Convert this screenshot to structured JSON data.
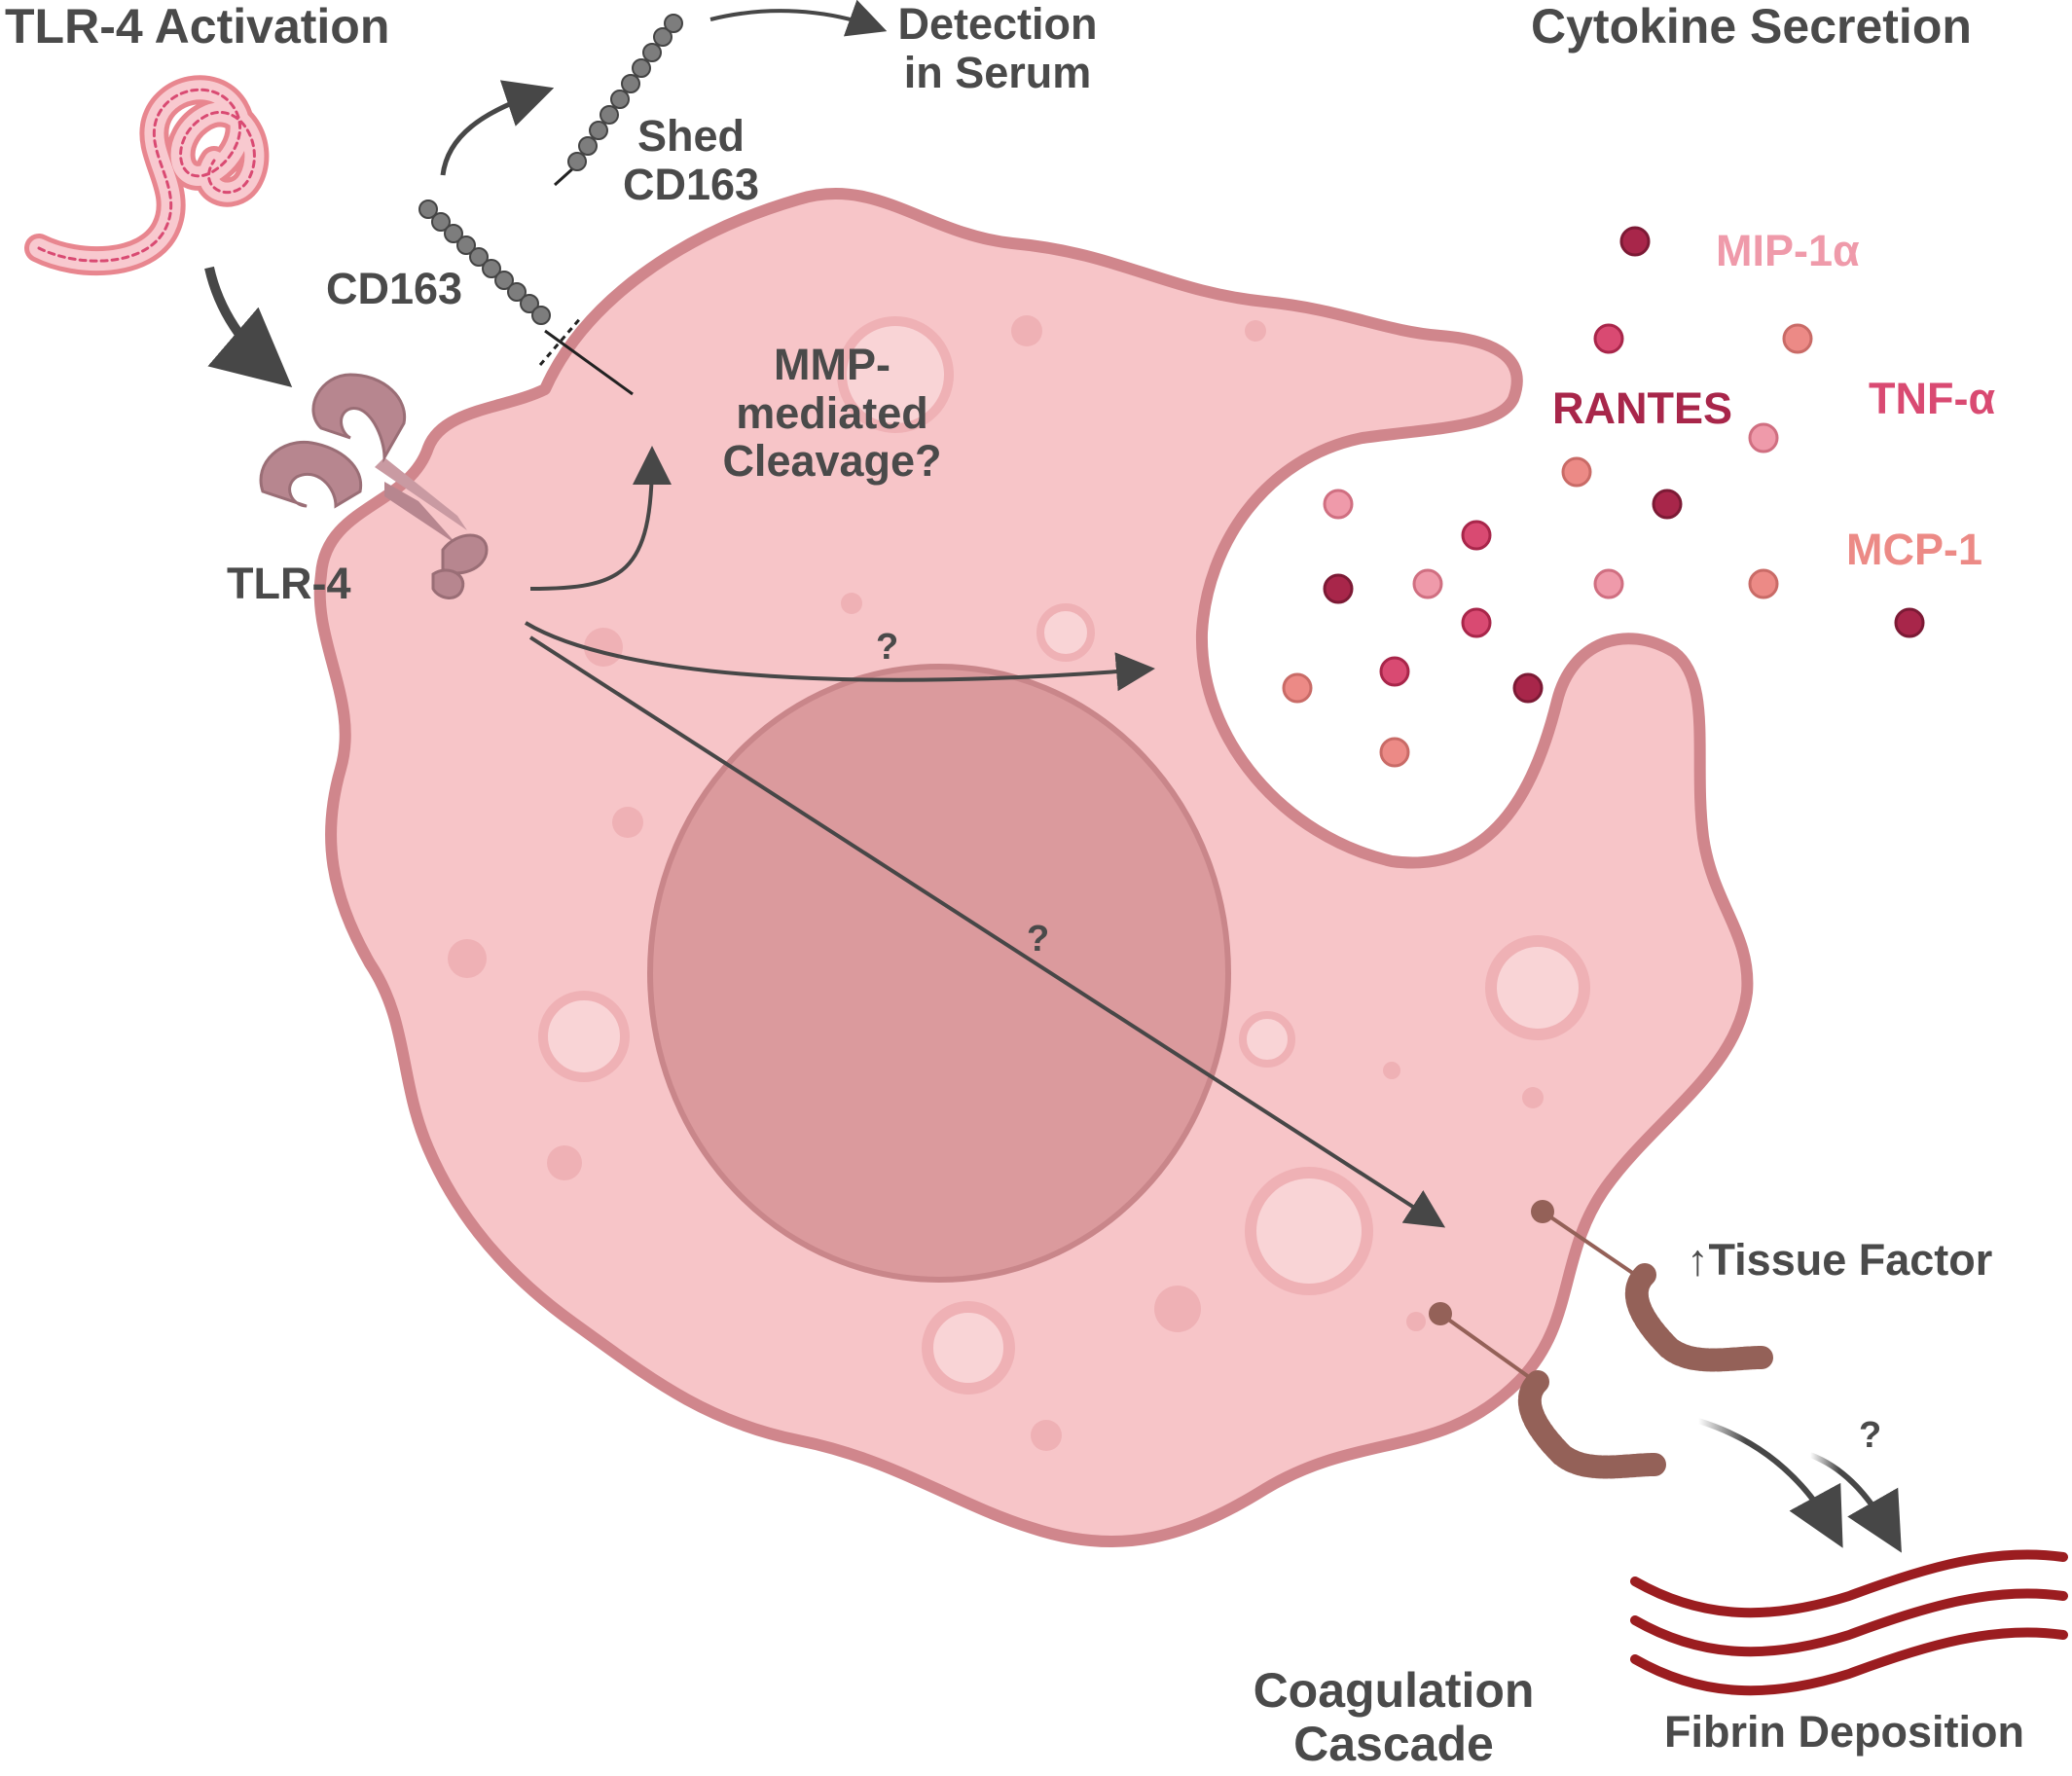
{
  "titles": {
    "tlr4_activation": "TLR-4 Activation",
    "cytokine_secretion": "Cytokine Secretion"
  },
  "labels": {
    "detection": [
      "Detection",
      "in Serum"
    ],
    "shed_cd163": [
      "Shed",
      "CD163"
    ],
    "cd163": "CD163",
    "mmp": [
      "MMP-",
      "mediated",
      "Cleavage?"
    ],
    "tlr4": "TLR-4",
    "question": "?",
    "tissue_factor": "↑Tissue Factor",
    "coagulation": [
      "Coagulation",
      "Cascade"
    ],
    "fibrin": "Fibrin Deposition"
  },
  "cytokines": [
    {
      "name": "MIP-1α",
      "color": "#ef9aaa"
    },
    {
      "name": "RANTES",
      "color": "#a8264a"
    },
    {
      "name": "TNF-α",
      "color": "#d94a72"
    },
    {
      "name": "MCP-1",
      "color": "#ec8a86"
    }
  ],
  "colors": {
    "cell_fill": "#f7c5c8",
    "cell_outline": "#d0868c",
    "nucleus_fill": "#db9a9d",
    "nucleus_outline": "#c9868a",
    "arrow": "#474747",
    "receptor": "#b7868f",
    "tissue_factor": "#946158",
    "fibrin": "#9b1d20",
    "bead": "#7d7d7d"
  }
}
